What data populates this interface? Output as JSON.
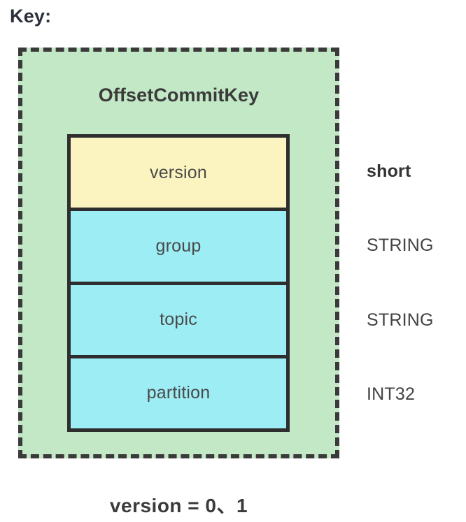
{
  "heading": {
    "label": "Key:"
  },
  "record": {
    "title": "OffsetCommitKey",
    "fill_color": "#c2e8c6",
    "border_color": "#3a3a3a",
    "fields": [
      {
        "name": "version",
        "type": "short",
        "fill": "#fcf4c0",
        "type_emphasis": true
      },
      {
        "name": "group",
        "type": "STRING",
        "fill": "#9dedf5",
        "type_emphasis": false
      },
      {
        "name": "topic",
        "type": "STRING",
        "fill": "#9dedf5",
        "type_emphasis": false
      },
      {
        "name": "partition",
        "type": "INT32",
        "fill": "#9dedf5",
        "type_emphasis": false
      }
    ]
  },
  "footnote": {
    "text": "version = 0、1"
  },
  "palette": {
    "background": "#ffffff",
    "container_green": "#c2e8c6",
    "field_yellow": "#fcf4c0",
    "field_cyan": "#9dedf5",
    "outline_dark": "#2e2e2e",
    "heading_navy": "#2b2f3c"
  }
}
